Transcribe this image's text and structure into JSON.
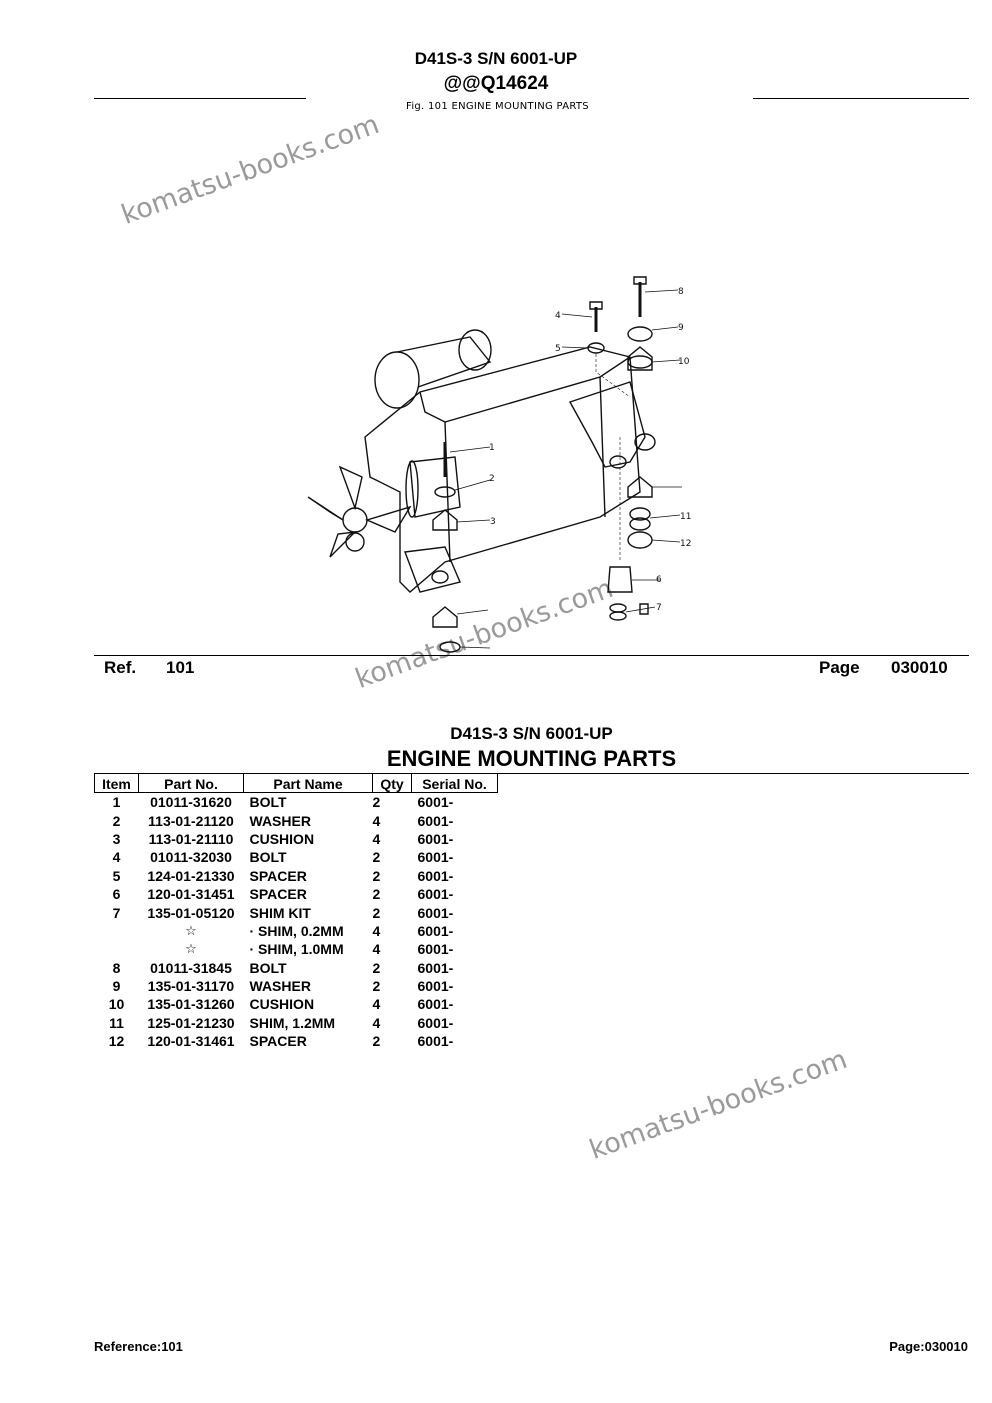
{
  "header": {
    "model": "D41S-3 S/N 6001-UP",
    "code": "@@Q14624",
    "figure_caption": "Fig. 101   ENGINE MOUNTING PARTS"
  },
  "watermark": "komatsu-books.com",
  "diagram": {
    "callouts": [
      "1",
      "2",
      "3",
      "4",
      "5",
      "6",
      "7",
      "8",
      "9",
      "10",
      "11",
      "12"
    ]
  },
  "ref_bar": {
    "ref_label": "Ref.",
    "ref_value": "101",
    "page_label": "Page",
    "page_value": "030010"
  },
  "section": {
    "model": "D41S-3 S/N 6001-UP",
    "title": "ENGINE MOUNTING PARTS"
  },
  "table": {
    "headers": [
      "Item",
      "Part No.",
      "Part Name",
      "Qty",
      "Serial No."
    ],
    "rows": [
      {
        "item": "1",
        "part_no": "01011-31620",
        "name": "BOLT",
        "qty": "2",
        "serial": "6001-"
      },
      {
        "item": "2",
        "part_no": "113-01-21120",
        "name": "WASHER",
        "qty": "4",
        "serial": "6001-"
      },
      {
        "item": "3",
        "part_no": "113-01-21110",
        "name": "CUSHION",
        "qty": "4",
        "serial": "6001-"
      },
      {
        "item": "4",
        "part_no": "01011-32030",
        "name": "BOLT",
        "qty": "2",
        "serial": "6001-"
      },
      {
        "item": "5",
        "part_no": "124-01-21330",
        "name": "SPACER",
        "qty": "2",
        "serial": "6001-"
      },
      {
        "item": "6",
        "part_no": "120-01-31451",
        "name": "SPACER",
        "qty": "2",
        "serial": "6001-"
      },
      {
        "item": "7",
        "part_no": "135-01-05120",
        "name": "SHIM KIT",
        "qty": "2",
        "serial": "6001-"
      },
      {
        "item": "",
        "part_no": "☆",
        "name": "·  SHIM, 0.2MM",
        "qty": "4",
        "serial": "6001-"
      },
      {
        "item": "",
        "part_no": "☆",
        "name": "·  SHIM, 1.0MM",
        "qty": "4",
        "serial": "6001-"
      },
      {
        "item": "8",
        "part_no": "01011-31845",
        "name": "BOLT",
        "qty": "2",
        "serial": "6001-"
      },
      {
        "item": "9",
        "part_no": "135-01-31170",
        "name": "WASHER",
        "qty": "2",
        "serial": "6001-"
      },
      {
        "item": "10",
        "part_no": "135-01-31260",
        "name": "CUSHION",
        "qty": "4",
        "serial": "6001-"
      },
      {
        "item": "11",
        "part_no": "125-01-21230",
        "name": "SHIM, 1.2MM",
        "qty": "4",
        "serial": "6001-"
      },
      {
        "item": "12",
        "part_no": "120-01-31461",
        "name": "SPACER",
        "qty": "2",
        "serial": "6001-"
      }
    ]
  },
  "footer": {
    "reference": "Reference:101",
    "page": "Page:030010"
  }
}
